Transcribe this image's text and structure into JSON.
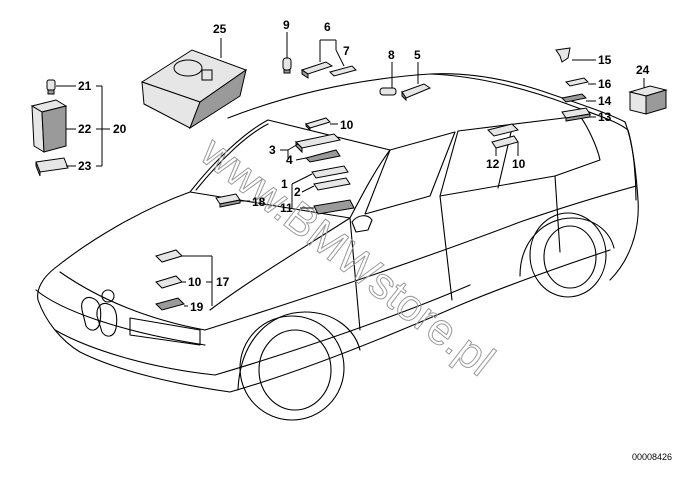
{
  "labels": {
    "p1": "1",
    "p2": "2",
    "p3": "3",
    "p4": "4",
    "p5": "5",
    "p6": "6",
    "p7": "7",
    "p8": "8",
    "p9": "9",
    "p10a": "10",
    "p10b": "10",
    "p10c": "10",
    "p11": "11",
    "p12": "12",
    "p13": "13",
    "p14": "14",
    "p15": "15",
    "p16": "16",
    "p17": "17",
    "p18": "18",
    "p19": "19",
    "p20": "20",
    "p21": "21",
    "p22": "22",
    "p23": "23",
    "p24": "24",
    "p25": "25"
  },
  "watermark": "www.BMWstore.pl",
  "diagram_code": "00008426"
}
